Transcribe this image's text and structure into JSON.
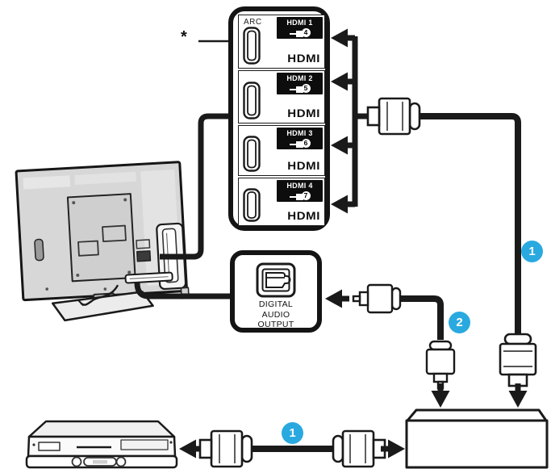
{
  "hdmi_panel": {
    "arc_label": "ARC",
    "hdmi_logo": "HDMI",
    "ports": [
      {
        "label": "HDMI 1",
        "step": "4"
      },
      {
        "label": "HDMI 2",
        "step": "5"
      },
      {
        "label": "HDMI 3",
        "step": "6"
      },
      {
        "label": "HDMI 4",
        "step": "7"
      }
    ]
  },
  "audio_panel": {
    "line1": "DIGITAL",
    "line2": "AUDIO",
    "line3": "OUTPUT"
  },
  "annotations": {
    "asterisk": "*",
    "marker_hdmi_cable": "1",
    "marker_optical_cable": "2",
    "marker_player_cable": "1"
  },
  "colors": {
    "marker_blue": "#29a9e0",
    "ink": "#1a1a1a"
  }
}
